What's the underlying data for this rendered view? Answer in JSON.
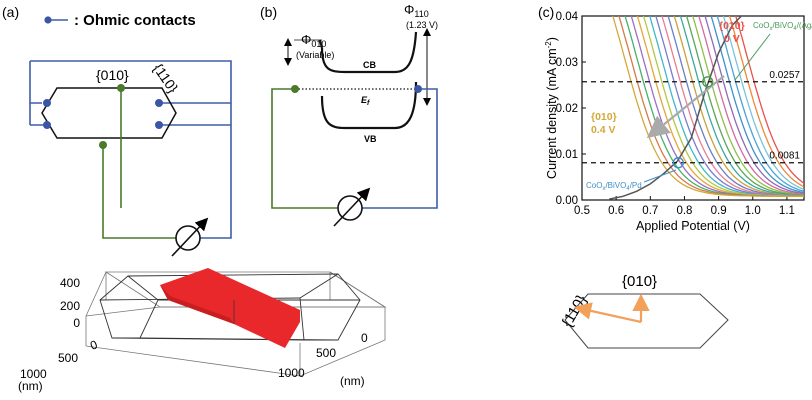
{
  "panels": {
    "a": {
      "label": "(a)",
      "legend": ": Ohmic contacts",
      "facet_010": "{010}",
      "facet_110": "{110}",
      "box3d": {
        "y_ticks": [
          "400",
          "200",
          "0"
        ],
        "x_ticks": [
          "0",
          "500",
          "1000"
        ],
        "z_ticks": [
          "0",
          "500",
          "1000"
        ],
        "x_unit": "(nm)",
        "z_unit": "(nm)"
      }
    },
    "b": {
      "label": "(b)",
      "phi_left": "Φ",
      "phi_left_sub": "010",
      "phi_left_note": "(Variable)",
      "phi_right": "Φ",
      "phi_right_sub": "110",
      "phi_right_note": "(1.23 V)",
      "cb": "CB",
      "vb": "VB",
      "ef": "E",
      "ef_sub": "f"
    },
    "c": {
      "label": "(c)",
      "inset_010": "{010}",
      "inset_110": "{110}"
    }
  },
  "colors": {
    "blue": "#3f5ea8",
    "green": "#4a7a2a",
    "red": "#e8282b",
    "orange": "#f2a05a",
    "dark_curve": "#555555",
    "ohmic_dot": "#3a57a6"
  },
  "chart_data": {
    "type": "line",
    "xlabel": "Applied Potential (V)",
    "ylabel": "Current density (mA cm",
    "ylabel_sup": "-2",
    "ylabel_end": ")",
    "xlim": [
      0.5,
      1.15
    ],
    "ylim": [
      0,
      0.04
    ],
    "x_ticks": [
      0.5,
      0.6,
      0.7,
      0.8,
      0.9,
      1.0,
      1.1
    ],
    "x_tick_labels": [
      "0.5",
      "0.6",
      "0.7",
      "0.8",
      "0.9",
      "1.0",
      "1.1"
    ],
    "y_ticks": [
      0,
      0.01,
      0.02,
      0.03,
      0.04
    ],
    "y_tick_labels": [
      "0.00",
      "0.01",
      "0.02",
      "0.03",
      "0.04"
    ],
    "sweep": {
      "count": 21,
      "v_half_start": 0.985,
      "v_half_end": 0.625,
      "top_current": 0.06,
      "width": 0.055,
      "colors": [
        "#e8524a",
        "#f0873a",
        "#7cc3d9",
        "#4aa3d6",
        "#3f8fc9",
        "#8f6bb3",
        "#d36aa6",
        "#8fbf4a",
        "#5aa55a",
        "#3aa8a0",
        "#c8a23a",
        "#6a7fc4",
        "#e87f8f",
        "#7a7ad0",
        "#40b8c8",
        "#b5c840",
        "#e3a63a",
        "#9a6fc4",
        "#48b06a",
        "#d67a4a",
        "#d4a83a"
      ]
    },
    "crossing_curve": {
      "name": "",
      "x": [
        0.58,
        0.62,
        0.66,
        0.7,
        0.74,
        0.78,
        0.82,
        0.86,
        0.9,
        0.94,
        0.98
      ],
      "y": [
        0.0002,
        0.0008,
        0.0019,
        0.0035,
        0.0058,
        0.0085,
        0.0135,
        0.0235,
        0.032,
        0.038,
        0.041
      ]
    },
    "hlines": [
      {
        "value": 0.0257,
        "label": "0.0257"
      },
      {
        "value": 0.0081,
        "label": "0.0081"
      }
    ],
    "annotations": {
      "top_right_facet": "{010}",
      "top_right_v": "0 V",
      "mid_left_facet": "{010}",
      "mid_left_v": "0.4 V",
      "ag_pd": "CoO",
      "ag_pd_sub1": "x",
      "ag_pd_mid": "/BiVO",
      "ag_pd_sub2": "4",
      "ag_pd_end": "/(Ag/Pd)",
      "pd": "CoO",
      "pd_sub1": "x",
      "pd_mid": "/BiVO",
      "pd_sub2": "4",
      "pd_end": "/Pd"
    },
    "markers": [
      {
        "x": 0.868,
        "y": 0.0257
      },
      {
        "x": 0.782,
        "y": 0.0081
      }
    ]
  }
}
